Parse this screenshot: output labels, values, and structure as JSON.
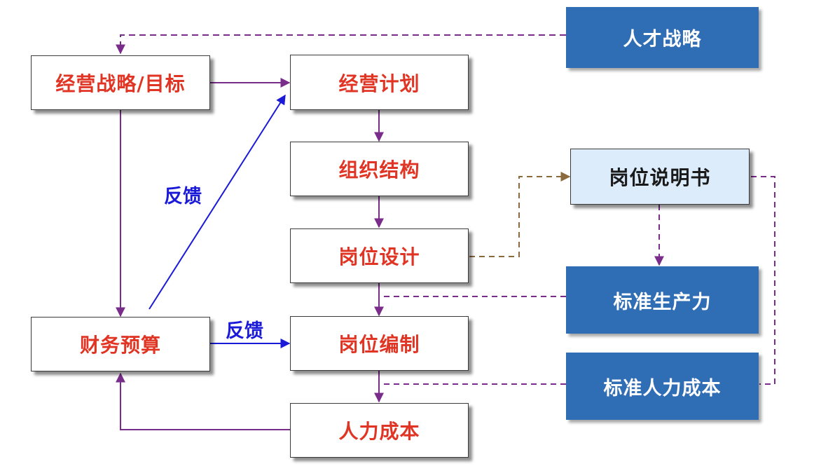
{
  "nodes": {
    "strategy": "经营战略/目标",
    "plan": "经营计划",
    "org": "组织结构",
    "position_design": "岗位设计",
    "staffing": "岗位编制",
    "labor_cost": "人力成本",
    "budget": "财务预算",
    "talent": "人才战略",
    "job_desc": "岗位说明书",
    "std_productivity": "标准生产力",
    "std_labor_cost": "标准人力成本"
  },
  "labels": {
    "feedback_diag": "反馈",
    "feedback_horiz": "反馈"
  },
  "colors": {
    "red_text": "#e03524",
    "blue_box": "#2f6db5",
    "light_box": "#dcecfb",
    "purple_line": "#7a2c8a",
    "brown_line": "#8b6a3e",
    "feedback_blue": "#1a1ad8"
  }
}
